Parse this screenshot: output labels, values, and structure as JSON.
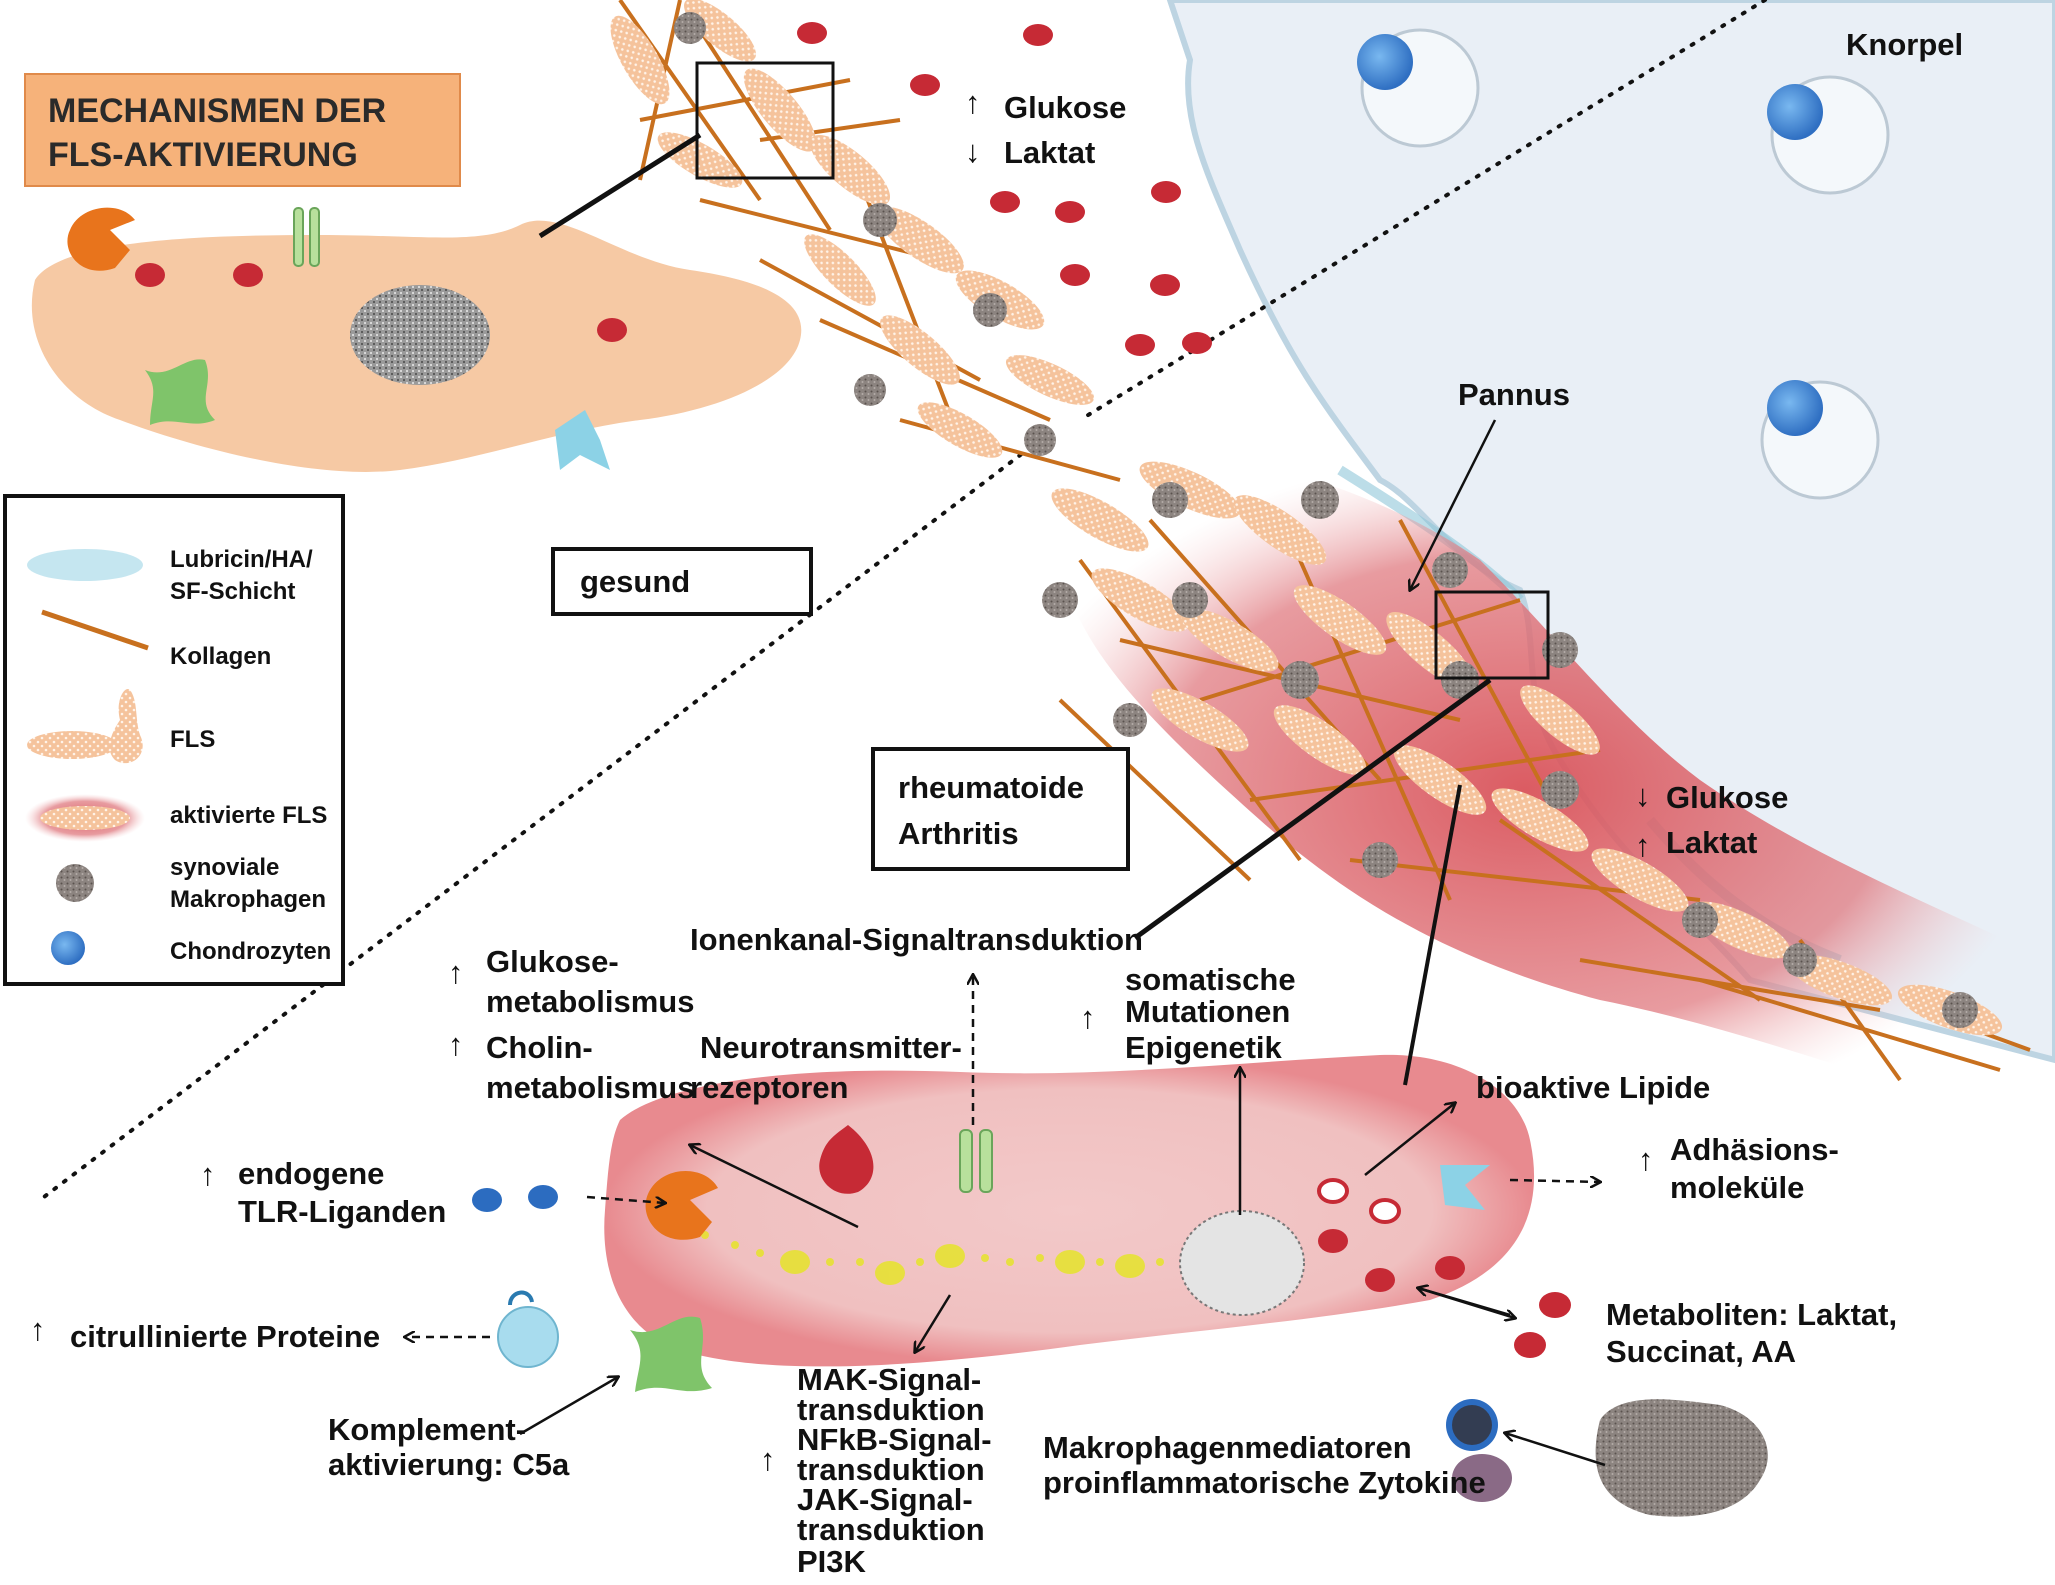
{
  "title_box": {
    "line1": "MECHANISMEN DER",
    "line2": "FLS-AKTIVIERUNG"
  },
  "region_labels": {
    "knorpel": "Knorpel",
    "pannus": "Pannus",
    "gesund": "gesund",
    "ra_line1": "rheumatoide",
    "ra_line2": "Arthritis"
  },
  "healthy_metabolites": {
    "glucose": "Glukose",
    "lactate": "Laktat"
  },
  "ra_metabolites": {
    "glucose": "Glukose",
    "lactate": "Laktat"
  },
  "legend": {
    "items": [
      {
        "label_line1": "Lubricin/HA/",
        "label_line2": "SF-Schicht",
        "icon": "lubricin-layer"
      },
      {
        "label_line1": "Kollagen",
        "label_line2": "",
        "icon": "collagen-fiber"
      },
      {
        "label_line1": "FLS",
        "label_line2": "",
        "icon": "fls-cell"
      },
      {
        "label_line1": "aktivierte FLS",
        "label_line2": "",
        "icon": "activated-fls"
      },
      {
        "label_line1": "synoviale",
        "label_line2": "Makrophagen",
        "icon": "macrophage"
      },
      {
        "label_line1": "Chondrozyten",
        "label_line2": "",
        "icon": "chondrocyte"
      }
    ]
  },
  "mechanisms": {
    "ion_channel": "Ionenkanal-Signaltransduktion",
    "glucose_metab_1": "Glukose-",
    "glucose_metab_2": "metabolismus",
    "choline_metab_1": "Cholin-",
    "choline_metab_2": "metabolismus",
    "neurotransmitter_1": "Neurotransmitter-",
    "neurotransmitter_2": "rezeptoren",
    "somatic_1": "somatische",
    "somatic_2": "Mutationen",
    "somatic_3": "Epigenetik",
    "bioactive_lipids": "bioaktive Lipide",
    "adhesion_1": "Adhäsions-",
    "adhesion_2": "moleküle",
    "tlr_1": "endogene",
    "tlr_2": "TLR-Liganden",
    "citrullinated": "citrullinierte Proteine",
    "complement_1": "Komplement-",
    "complement_2": "aktivierung: C5a",
    "signaling_1": "MAK-Signal-",
    "signaling_2": "transduktion",
    "signaling_3": "NFkB-Signal-",
    "signaling_4": "transduktion",
    "signaling_5": "JAK-Signal-",
    "signaling_6": "transduktion",
    "signaling_7": "PI3K",
    "metabolites_1": "Metaboliten: Laktat,",
    "metabolites_2": "Succinat, AA",
    "macrophage_1": "Makrophagenmediatoren",
    "macrophage_2": "proinflammatorische Zytokine"
  },
  "arrows": {
    "up": "↑",
    "down": "↓"
  },
  "colors": {
    "title_box_fill": "#f6b27a",
    "fls_fill": "#f6c9a4",
    "activated_glow": "#d9535a",
    "collagen": "#c8701e",
    "macrophage": "#8a7e78",
    "chondrocyte": "#3b7fd0",
    "cartilage": "#e8eef5",
    "red_cell": "#c62a35",
    "receptor_orange": "#e8741c",
    "receptor_green": "#7fc46a",
    "receptor_cyan": "#8cd2e6"
  }
}
